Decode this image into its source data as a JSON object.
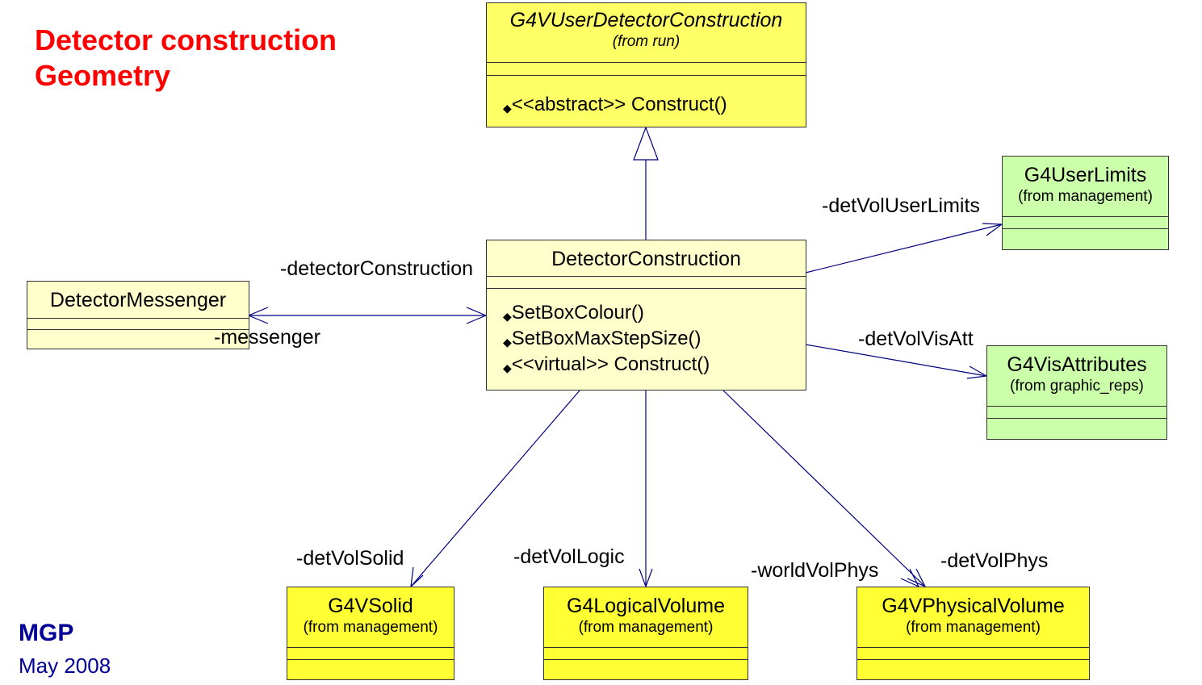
{
  "title_lines": [
    "Detector construction",
    "Geometry"
  ],
  "footer": {
    "author": "MGP",
    "date": "May 2008"
  },
  "colors": {
    "light_yellow": "#ffffcc",
    "yellow": "#ffff33",
    "light_green": "#ccffaa",
    "title_red": "#ff0000",
    "footer_blue": "#000099",
    "edge_blue": "#000080"
  },
  "classes": {
    "g4vuserdetectorconstruction": {
      "name": "G4VUserDetectorConstruction",
      "from": "(from run)",
      "operations": [
        "<<abstract>> Construct()"
      ]
    },
    "detectorconstruction": {
      "name": "DetectorConstruction",
      "operations": [
        "SetBoxColour()",
        "SetBoxMaxStepSize()",
        "<<virtual>> Construct()"
      ]
    },
    "detectormessenger": {
      "name": "DetectorMessenger"
    },
    "g4userlimits": {
      "name": "G4UserLimits",
      "from": "(from management)"
    },
    "g4visattributes": {
      "name": "G4VisAttributes",
      "from": "(from graphic_reps)"
    },
    "g4vsolid": {
      "name": "G4VSolid",
      "from": "(from management)"
    },
    "g4logicalvolume": {
      "name": "G4LogicalVolume",
      "from": "(from management)"
    },
    "g4vphysicalvolume": {
      "name": "G4VPhysicalVolume",
      "from": "(from management)"
    }
  },
  "roles": {
    "detector_construction": "-detectorConstruction",
    "messenger": "-messenger",
    "det_vol_user_limits": "-detVolUserLimits",
    "det_vol_vis_att": "-detVolVisAtt",
    "det_vol_solid": "-detVolSolid",
    "det_vol_logic": "-detVolLogic",
    "world_vol_phys": "-worldVolPhys",
    "det_vol_phys": "-detVolPhys"
  }
}
